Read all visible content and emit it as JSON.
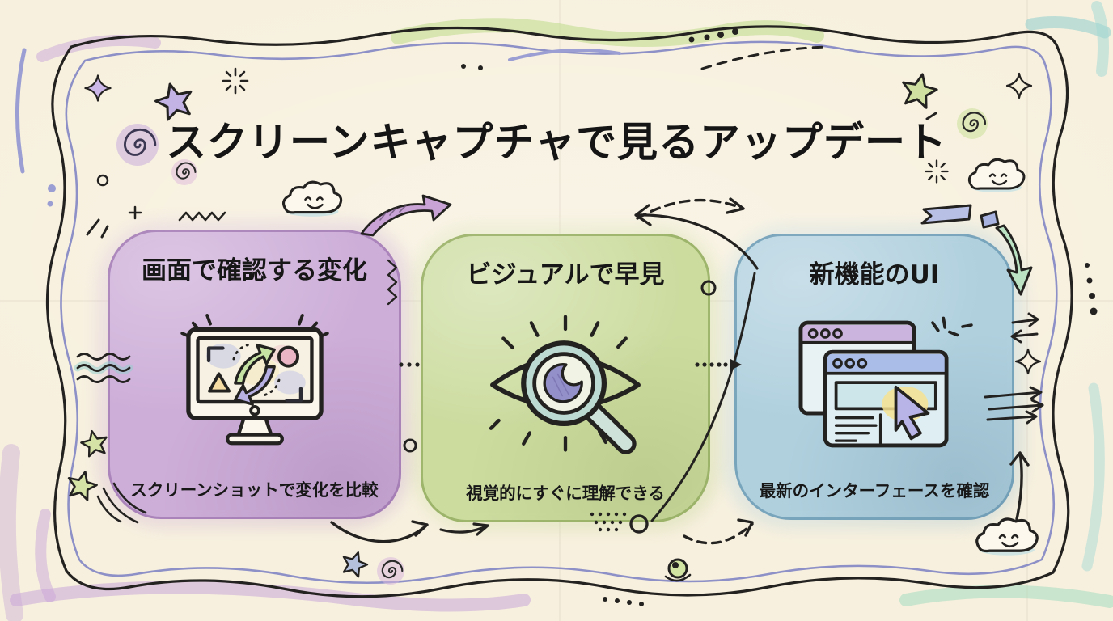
{
  "page": {
    "title": "スクリーンキャプチャで見るアップデート",
    "language": "ja",
    "style": "hand-drawn watercolor infographic",
    "background_color": "#f7f0de",
    "ink_color": "#242220"
  },
  "cards": [
    {
      "id": "screen-changes",
      "title": "画面で確認する変化",
      "caption": "スクリーンショットで変化を比較",
      "icon": "monitor-refresh-icon",
      "fill": "#cdaed8",
      "border": "#9b72ae"
    },
    {
      "id": "visual-quick-view",
      "title": "ビジュアルで早見",
      "caption": "視覚的にすぐに理解できる",
      "icon": "eye-magnifier-icon",
      "fill": "#ccdc9f",
      "border": "#8ba557"
    },
    {
      "id": "new-feature-ui",
      "title": "新機能のUI",
      "caption": "最新のインターフェースを確認",
      "icon": "browser-windows-cursor-icon",
      "fill": "#b0d0de",
      "border": "#6192ad"
    }
  ],
  "decorations": {
    "frame": {
      "outer_line_color": "#242220",
      "inner_line_color": "#8d90c7",
      "watercolor_accents": [
        "#c8a5d8",
        "#c6de96",
        "#8fd0cd",
        "#a5dcc0"
      ]
    },
    "icons": [
      "sparkle-icon",
      "star-icon",
      "spiral-icon",
      "burst-icon",
      "cloud-smile-icon",
      "zigzag-icon",
      "wavy-lines-icon",
      "flag-icon",
      "ribbon-icon",
      "dots-icon",
      "curved-arrow-icon",
      "dashed-arrow-icon",
      "exchange-arrows-icon",
      "speed-arrows-icon",
      "circle-icon",
      "swoosh-icon"
    ]
  }
}
